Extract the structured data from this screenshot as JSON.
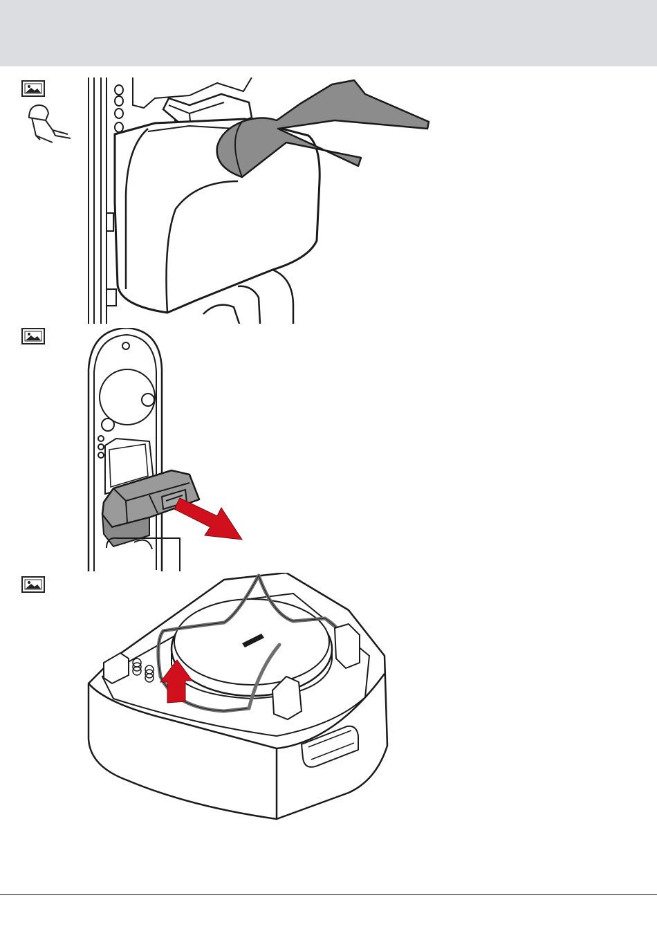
{
  "colors": {
    "header_band": "#dcdde0",
    "line": "#1a1a1a",
    "tool_gray": "#8c8c8c",
    "module_gray": "#9a9a9a",
    "arrow_red": "#d0101c",
    "page": "#ffffff"
  },
  "steps": [
    {
      "icon": "image-icon",
      "tool_icon": "insertion-tool-icon",
      "illustration": "module-cover-release-with-tool",
      "has_arrow": false
    },
    {
      "icon": "image-icon",
      "illustration": "battery-module-pull-out",
      "has_arrow": true
    },
    {
      "icon": "image-icon",
      "illustration": "coin-battery-clip-lift",
      "has_arrow": true
    }
  ]
}
